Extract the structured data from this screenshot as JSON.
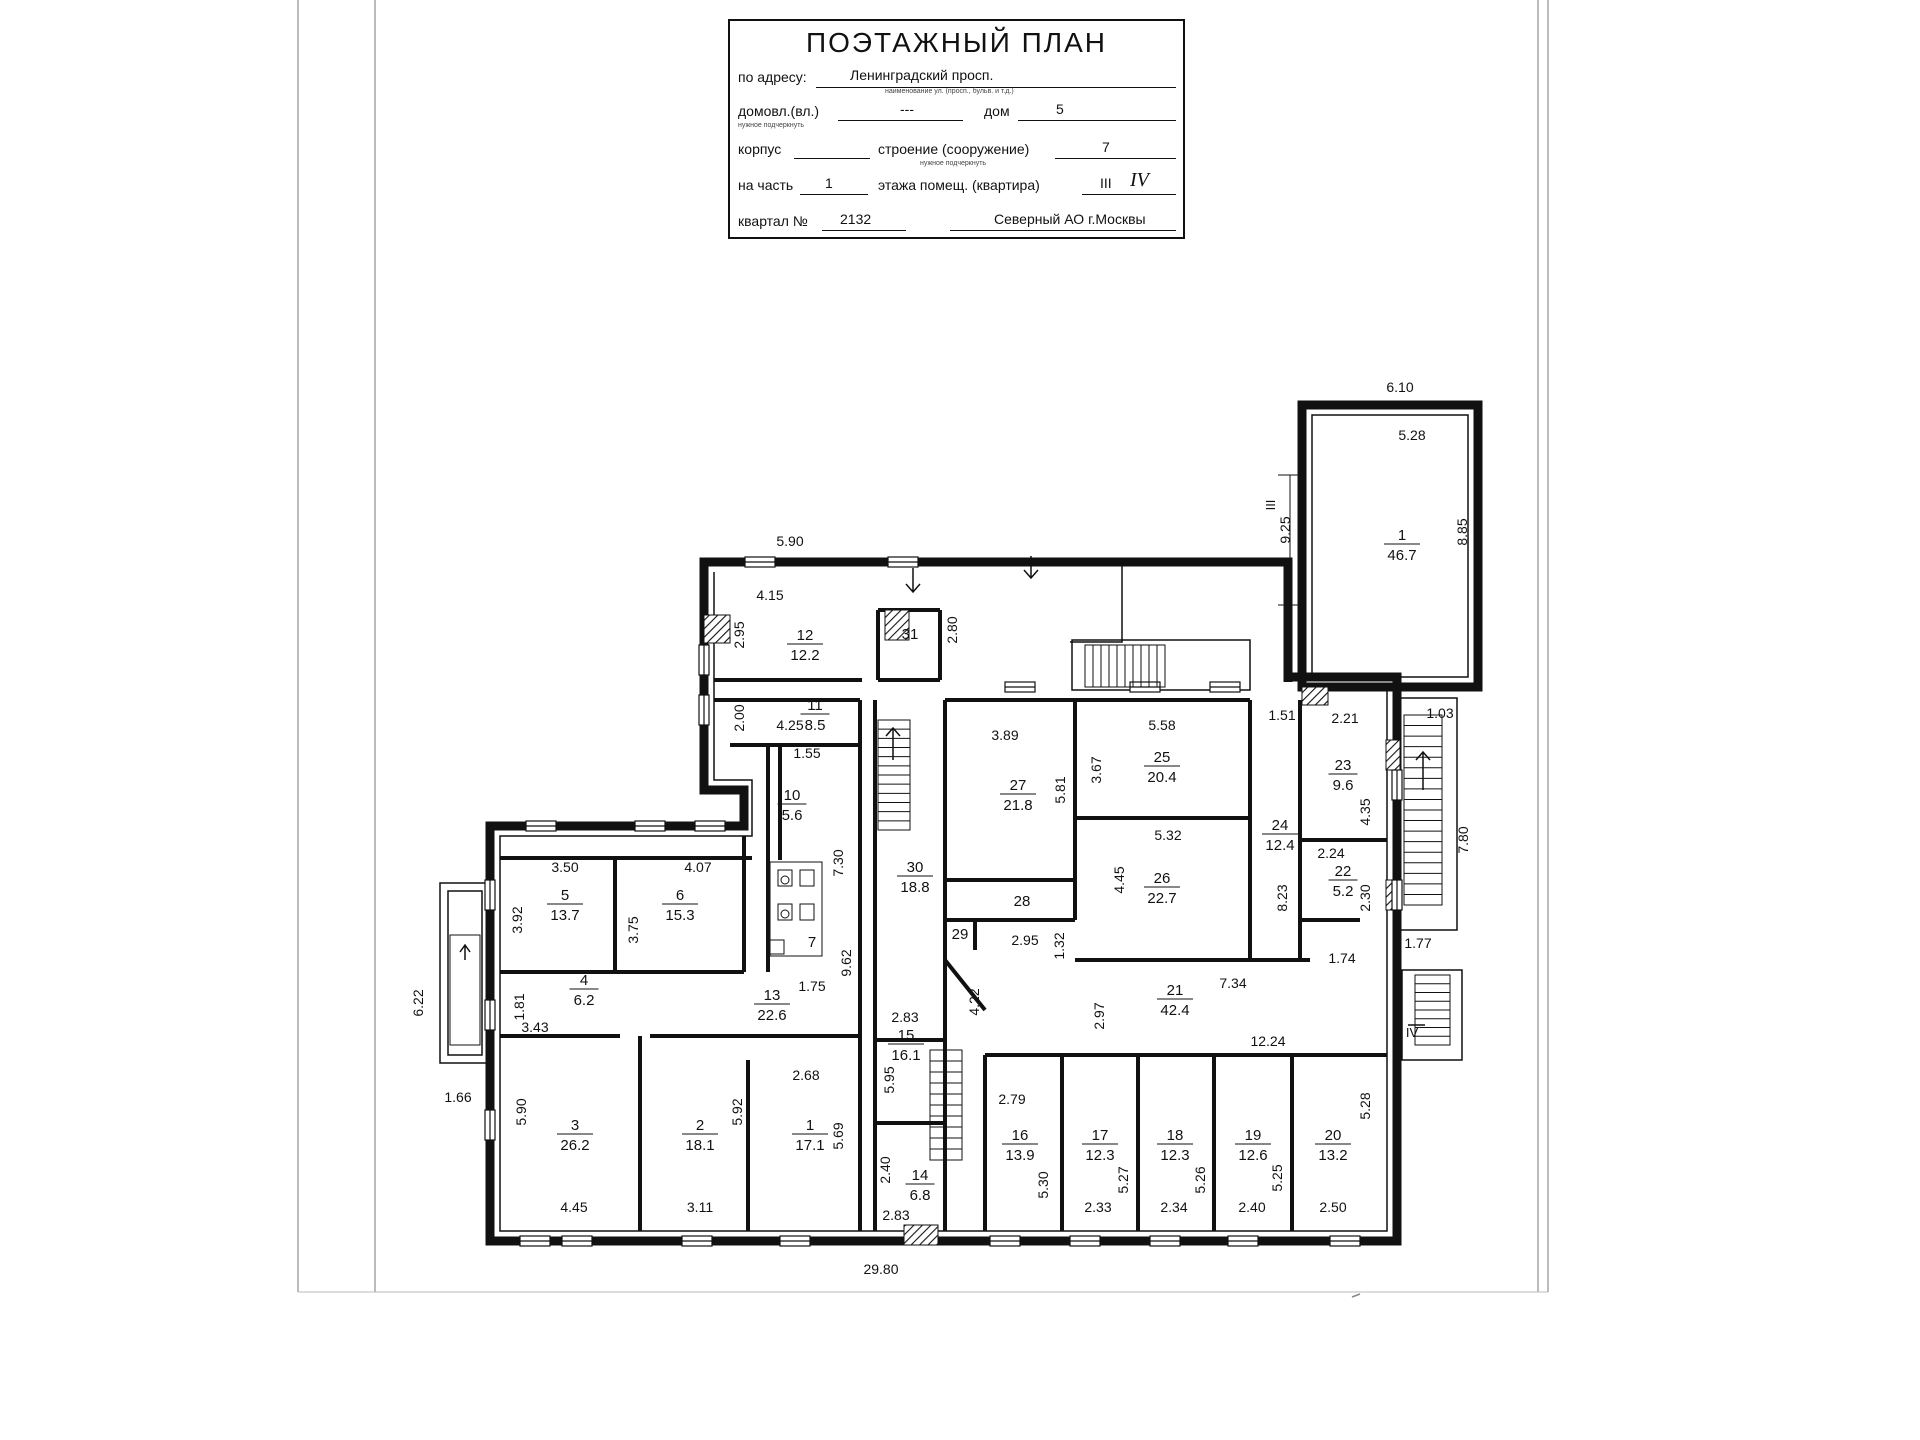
{
  "header": {
    "title": "ПОЭТАЖНЫЙ ПЛАН",
    "address_label": "по адресу:",
    "address_value": "Ленинградский просп.",
    "address_note": "наименование ул. (просп., бульв. и т.д.)",
    "household_label": "домовл.(вл.)",
    "household_value": "---",
    "house_label": "дом",
    "house_value": "5",
    "underline_note": "нужное подчеркнуть",
    "korpus_label": "корпус",
    "building_label": "строение (сооружение)",
    "building_value": "7",
    "building_note": "нужное подчеркнуть",
    "part_label": "на часть",
    "part_value": "1",
    "floor_label": "этажа помещ. (квартира)",
    "floor_value_printed": "III",
    "floor_value_handwritten": "IV",
    "block_label": "квартал №",
    "block_value": "2132",
    "district": "Северный АО г.Москвы"
  },
  "rooms": [
    {
      "id": "1a",
      "number": "1",
      "area": "46.7"
    },
    {
      "id": "1b",
      "number": "1",
      "area": "17.1"
    },
    {
      "id": "2",
      "number": "2",
      "area": "18.1"
    },
    {
      "id": "3",
      "number": "3",
      "area": "26.2"
    },
    {
      "id": "4",
      "number": "4",
      "area": "6.2"
    },
    {
      "id": "5",
      "number": "5",
      "area": "13.7"
    },
    {
      "id": "6",
      "number": "6",
      "area": "15.3"
    },
    {
      "id": "7",
      "number": "7",
      "area": ""
    },
    {
      "id": "10",
      "number": "10",
      "area": "5.6"
    },
    {
      "id": "11",
      "number": "11",
      "area": "8.5"
    },
    {
      "id": "12",
      "number": "12",
      "area": "12.2"
    },
    {
      "id": "13",
      "number": "13",
      "area": "22.6"
    },
    {
      "id": "14",
      "number": "14",
      "area": "6.8"
    },
    {
      "id": "15",
      "number": "15",
      "area": "16.1"
    },
    {
      "id": "16",
      "number": "16",
      "area": "13.9"
    },
    {
      "id": "17",
      "number": "17",
      "area": "12.3"
    },
    {
      "id": "18",
      "number": "18",
      "area": "12.3"
    },
    {
      "id": "19",
      "number": "19",
      "area": "12.6"
    },
    {
      "id": "20",
      "number": "20",
      "area": "13.2"
    },
    {
      "id": "21",
      "number": "21",
      "area": "42.4"
    },
    {
      "id": "22",
      "number": "22",
      "area": "5.2"
    },
    {
      "id": "23",
      "number": "23",
      "area": "9.6"
    },
    {
      "id": "24",
      "number": "24",
      "area": "12.4"
    },
    {
      "id": "25",
      "number": "25",
      "area": "20.4"
    },
    {
      "id": "26",
      "number": "26",
      "area": "22.7"
    },
    {
      "id": "27",
      "number": "27",
      "area": "21.8"
    },
    {
      "id": "28",
      "number": "28",
      "area": ""
    },
    {
      "id": "29",
      "number": "29",
      "area": ""
    },
    {
      "id": "30",
      "number": "30",
      "area": "18.8"
    },
    {
      "id": "31",
      "number": "31",
      "area": ""
    }
  ],
  "dimensions": [
    "6.10",
    "5.28",
    "9.25",
    "8.85",
    "5.90",
    "4.15",
    "2.95",
    "2.80",
    "2.00",
    "4.25",
    "1.55",
    "3.89",
    "5.81",
    "5.58",
    "3.67",
    "1.51",
    "2.21",
    "1.03",
    "4.35",
    "7.80",
    "5.32",
    "4.45",
    "8.23",
    "2.24",
    "2.30",
    "3.50",
    "4.07",
    "3.92",
    "3.75",
    "7.30",
    "9.62",
    "1.32",
    "2.95",
    "1.74",
    "1.77",
    "6.22",
    "1.81",
    "3.43",
    "1.75",
    "2.83",
    "4.22",
    "2.97",
    "7.34",
    "12.24",
    "1.66",
    "5.90",
    "5.92",
    "2.68",
    "5.69",
    "5.95",
    "2.79",
    "5.28",
    "2.40",
    "5.30",
    "5.27",
    "5.26",
    "5.25",
    "4.45",
    "3.11",
    "2.83",
    "2.33",
    "2.34",
    "2.40",
    "2.50",
    "29.80"
  ],
  "entrance_marks": [
    "III",
    "IV"
  ]
}
